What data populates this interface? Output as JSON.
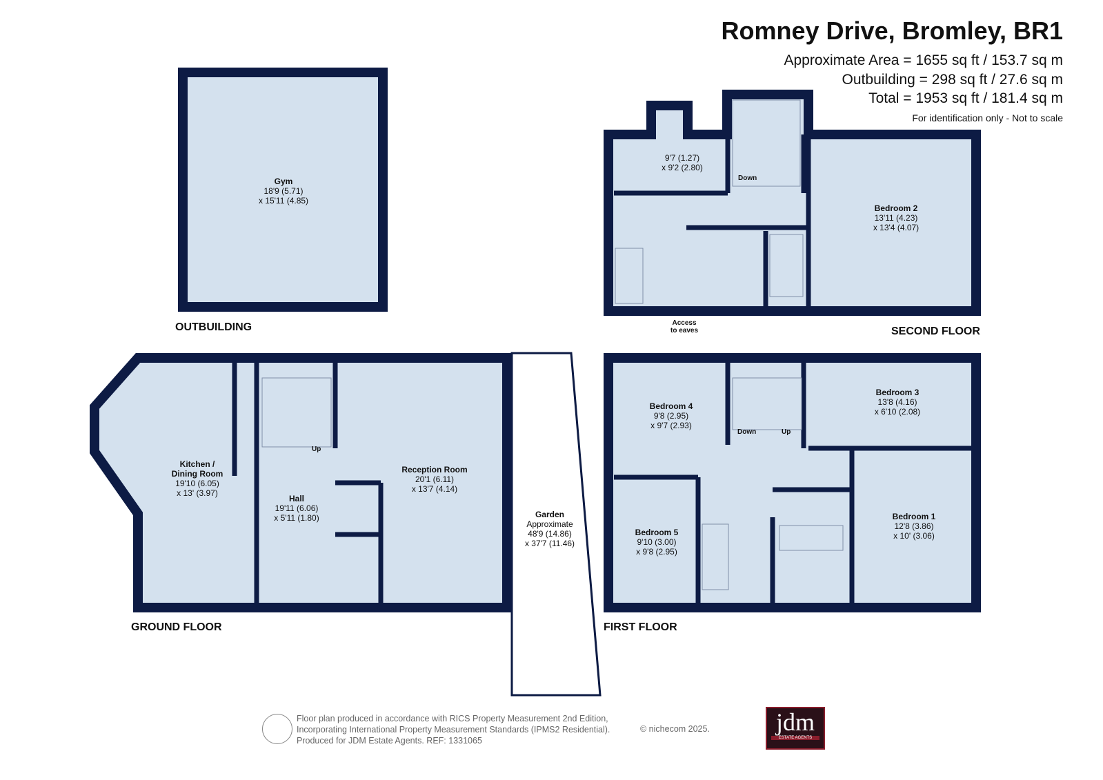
{
  "header": {
    "title": "Romney Drive, Bromley, BR1",
    "approximate_area": "Approximate Area = 1655 sq ft / 153.7 sq m",
    "outbuilding_area": "Outbuilding = 298 sq ft / 27.6 sq m",
    "total_area": "Total = 1953 sq ft / 181.4 sq m",
    "note": "For identification only - Not to scale"
  },
  "floors": {
    "outbuilding": "OUTBUILDING",
    "second": "SECOND FLOOR",
    "ground": "GROUND FLOOR",
    "first": "FIRST FLOOR"
  },
  "rooms": {
    "gym": {
      "name": "Gym",
      "dim1": "18'9 (5.71)",
      "dim2": "x 15'11 (4.85)"
    },
    "store": {
      "dim1": "9'7 (1.27)",
      "dim2": "x 9'2 (2.80)"
    },
    "bedroom2": {
      "name": "Bedroom 2",
      "dim1": "13'11 (4.23)",
      "dim2": "x 13'4 (4.07)"
    },
    "kitchen": {
      "name": "Kitchen /",
      "name2": "Dining Room",
      "dim1": "19'10 (6.05)",
      "dim2": "x 13' (3.97)"
    },
    "hall": {
      "name": "Hall",
      "dim1": "19'11 (6.06)",
      "dim2": "x 5'11 (1.80)"
    },
    "reception": {
      "name": "Reception Room",
      "dim1": "20'1 (6.11)",
      "dim2": "x 13'7 (4.14)"
    },
    "garden": {
      "name": "Garden",
      "dim0": "Approximate",
      "dim1": "48'9 (14.86)",
      "dim2": "x 37'7 (11.46)"
    },
    "bedroom4": {
      "name": "Bedroom 4",
      "dim1": "9'8 (2.95)",
      "dim2": "x 9'7 (2.93)"
    },
    "bedroom3": {
      "name": "Bedroom 3",
      "dim1": "13'8 (4.16)",
      "dim2": "x 6'10 (2.08)"
    },
    "bedroom5": {
      "name": "Bedroom 5",
      "dim1": "9'10 (3.00)",
      "dim2": "x 9'8 (2.95)"
    },
    "bedroom1": {
      "name": "Bedroom 1",
      "dim1": "12'8 (3.86)",
      "dim2": "x 10' (3.06)"
    }
  },
  "labels": {
    "down": "Down",
    "up": "Up",
    "eaves1": "Access",
    "eaves2": "to eaves"
  },
  "footer": {
    "line1": "Floor plan produced in accordance with RICS Property Measurement 2nd Edition,",
    "line2": "Incorporating International Property Measurement Standards (IPMS2 Residential).",
    "line3": "Produced for JDM Estate Agents.   REF: 1331065",
    "copyright": "© nichecom 2025.",
    "logo_text": "jdm",
    "logo_sub": "ESTATE AGENTS"
  },
  "colors": {
    "wall": "#0d1b44",
    "floor": "#d4e1ee"
  }
}
